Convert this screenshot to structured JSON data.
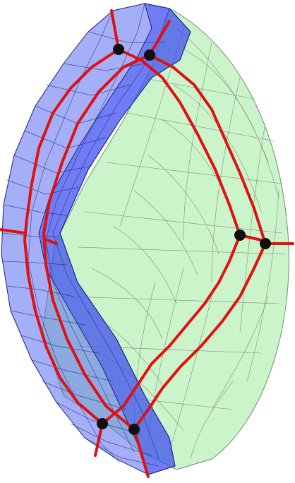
{
  "figure": {
    "description_visible_text": "",
    "colors": {
      "background": "#ffffff",
      "green_fill": "#b9f0b9",
      "green_stroke": "#6f8f6f",
      "blue_fill": "#5a6ef0",
      "blue_dark_fill": "#2f3ff0",
      "blue_stroke": "#1a237e",
      "path_red": "#e01010",
      "vertex_black": "#101010",
      "mesh_line": "#5f6f5f"
    },
    "vertices": [
      {
        "id": "v-top-left"
      },
      {
        "id": "v-top-right"
      },
      {
        "id": "v-right-inner"
      },
      {
        "id": "v-right-outer"
      },
      {
        "id": "v-bottom-left"
      },
      {
        "id": "v-bottom-right"
      }
    ],
    "paths": [
      {
        "id": "outer-left-loop"
      },
      {
        "id": "inner-left-loop"
      },
      {
        "id": "right-outer-loop"
      },
      {
        "id": "right-inner-loop"
      }
    ]
  }
}
